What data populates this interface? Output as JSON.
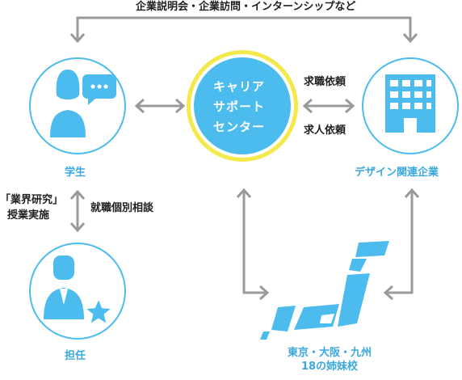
{
  "top_label": "企業説明会・企業訪問・インターンシップなど",
  "center": {
    "line1": "キャリア",
    "line2": "サポート",
    "line3": "センター"
  },
  "students": {
    "label": "学生"
  },
  "companies": {
    "label": "デザイン関連企業"
  },
  "teacher": {
    "label": "担任"
  },
  "schools": {
    "line1": "東京・大阪・九州",
    "line2": "18の姉妹校"
  },
  "links": {
    "job_request": "求職依頼",
    "recruit_request": "求人依頼",
    "consultation": "就職個別相談",
    "research_line1": "「業界研究」",
    "research_line2": "授業実施"
  },
  "colors": {
    "brand_blue": "#4cbcee",
    "label_blue": "#3aa8df",
    "accent_yellow": "#f3e94a",
    "arrow_gray": "#9a9a9a",
    "text_dark": "#1f1f1f"
  },
  "icons": [
    "student-icon",
    "speech-bubble-icon",
    "building-icon",
    "teacher-icon",
    "star-icon",
    "japan-map-icon"
  ]
}
